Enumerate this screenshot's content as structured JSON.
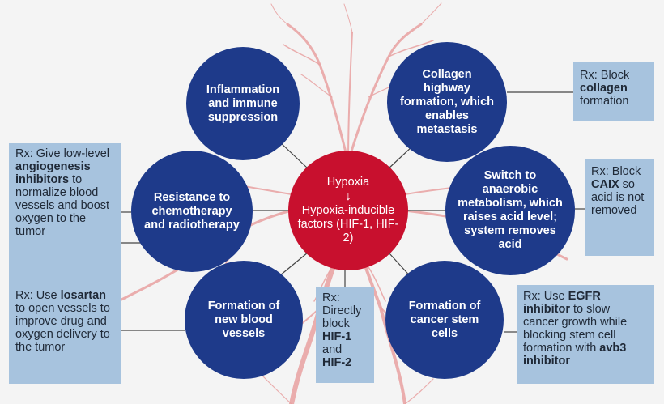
{
  "colors": {
    "circle_fill": "#1e3a8a",
    "center_fill": "#c8102e",
    "box_fill": "#a7c3de",
    "vessel_color": "#e8a0a0",
    "connector_color": "#444444"
  },
  "center": {
    "top": "Hypoxia",
    "arrow": "↓",
    "bottom": "Hypoxia-inducible factors (HIF-1, HIF-2)"
  },
  "effects": {
    "inflammation": "Inflammation and immune suppression",
    "collagen": "Collagen highway formation, which enables metastasis",
    "resistance": "Resistance to chemotherapy and radiotherapy",
    "anaerobic": "Switch to anaerobic metabolism, which raises acid level; system removes acid",
    "vessels": "Formation of new blood vessels",
    "stemcells": "Formation of cancer stem cells"
  },
  "rx": {
    "collagen": {
      "pre": "Rx: Block ",
      "bold": "collagen",
      "post": " formation"
    },
    "caix": {
      "pre": "Rx: Block ",
      "bold": "CAIX",
      "post": " so acid is not removed"
    },
    "angiogenesis": {
      "pre": "Rx: Give low-level ",
      "bold": "angiogenesis inhibitors",
      "post": " to normalize blood vessels and boost oxygen to the tumor"
    },
    "losartan": {
      "pre": "Rx: Use ",
      "bold": "losartan",
      "post": " to open vessels to improve drug and oxygen delivery to the tumor"
    },
    "hif": {
      "pre": "Rx: Directly block ",
      "bold1": "HIF-1",
      "mid": " and ",
      "bold2": "HIF-2"
    },
    "egfr": {
      "pre": "Rx: Use ",
      "bold1": "EGFR inhibitor",
      "mid": " to slow cancer growth while blocking stem cell formation with ",
      "bold2": "avb3 inhibitor"
    }
  }
}
